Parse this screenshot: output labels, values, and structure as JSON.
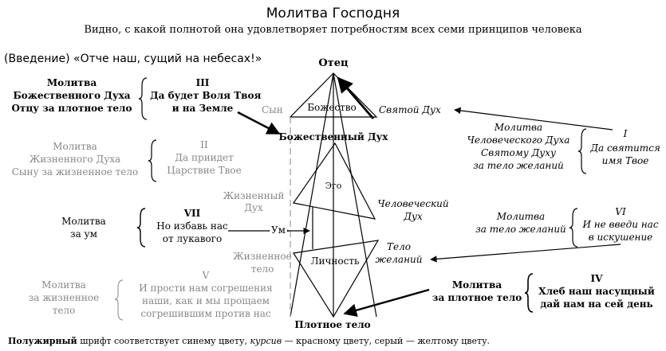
{
  "title": "Молитва Господня",
  "subtitle": "Видно, с какой полнотой она удовлетворяет потребностям всех семи принципов человека",
  "intro": "(Введение) «Отче наш, сущий на небесах!»",
  "nodes": {
    "father": "Отец",
    "divinity": "Божество",
    "holy_spirit": "Святой Дух",
    "son": "Сын",
    "divine_spirit": "Божественный Дух",
    "ego": "Эго",
    "life_spirit": [
      "Жизненный",
      "Дух"
    ],
    "human_spirit": [
      "Человеческий",
      "Дух"
    ],
    "mind": "Ум",
    "vital_body": [
      "Жизненное",
      "тело"
    ],
    "personality": "Личность",
    "desire_body": [
      "Тело",
      "желаний"
    ],
    "dense_body": "Плотное тело"
  },
  "prayers": {
    "p3": {
      "lines": [
        "Молитва",
        "Божественного Духа",
        "Отцу за плотное тело"
      ],
      "numeral": "III",
      "petition": [
        "Да будет Воля Твоя",
        "и на Земле"
      ]
    },
    "p2": {
      "lines": [
        "Молитва",
        "Жизненного Духа",
        "Сыну за жизненное тело"
      ],
      "numeral": "II",
      "petition": [
        "Да приидет",
        "Царствие Твое"
      ]
    },
    "p7": {
      "lines": [
        "Молитва",
        "за ум"
      ],
      "numeral": "VII",
      "petition": [
        "Но избавь нас",
        "от лукавого"
      ]
    },
    "p5": {
      "lines": [
        "Молитва",
        "за жизненное",
        "тело"
      ],
      "numeral": "V",
      "petition": [
        "И прости нам согрешения",
        "наши, как и мы прощаем",
        "согрешившим против нас"
      ]
    },
    "p1": {
      "lines": [
        "Молитва",
        "Человеческого Духа",
        "Святому Духу",
        "за тело желаний"
      ],
      "numeral": "I",
      "petition": [
        "Да святится",
        "имя Твое"
      ]
    },
    "p6": {
      "lines": [
        "Молитва",
        "за тело желаний"
      ],
      "numeral": "VI",
      "petition": [
        "И не введи нас",
        "в искушение"
      ]
    },
    "p4": {
      "lines": [
        "Молитва",
        "за плотное тело"
      ],
      "numeral": "IV",
      "petition": [
        "Хлеб наш насущный",
        "дай нам на сей день"
      ]
    }
  },
  "legend": {
    "bold_word": "Полужирный",
    "part1": " шрифт соответствует синему цвету, ",
    "italic_word": "курсив",
    "part2": " — красному цвету, ",
    "gray_word": "серый",
    "part3": " — желтому цвету."
  },
  "colors": {
    "ink": "#000000",
    "gray": "#888888",
    "background": "#ffffff"
  }
}
